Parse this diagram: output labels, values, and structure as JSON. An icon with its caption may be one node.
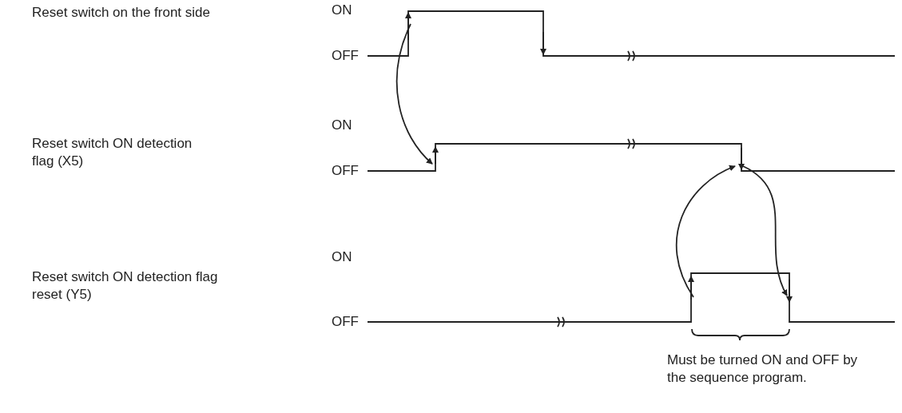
{
  "diagram": {
    "labels": [
      "Reset switch on the front side",
      "ON",
      "OFF",
      "Reset switch ON detection flag (X5)",
      "ON",
      "OFF",
      "Reset switch ON detection flag reset (Y5)",
      "ON",
      "OFF",
      "Must be turned ON and OFF by the sequence program."
    ]
  }
}
